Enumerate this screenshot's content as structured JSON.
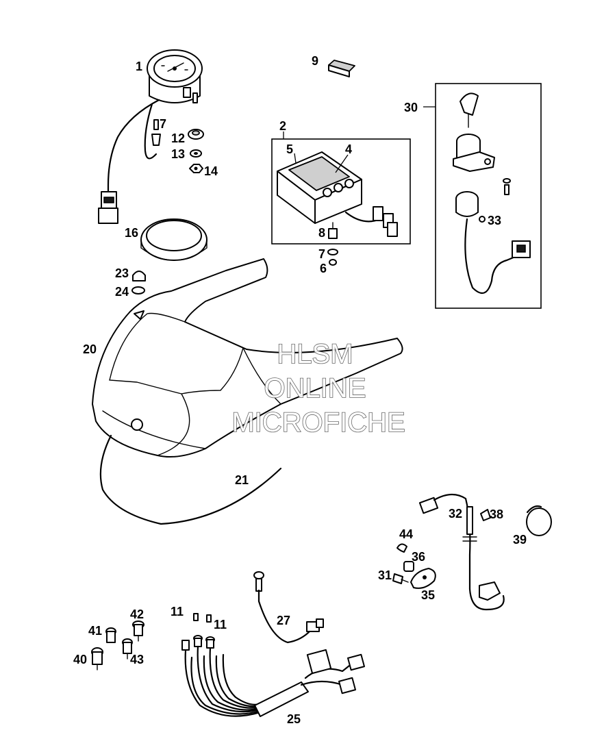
{
  "labels": {
    "l1": "1",
    "l2": "2",
    "l4": "4",
    "l5": "5",
    "l6": "6",
    "l7a": "7",
    "l7b": "7",
    "l8": "8",
    "l9": "9",
    "l11a": "11",
    "l11b": "11",
    "l12": "12",
    "l13": "13",
    "l14": "14",
    "l16": "16",
    "l20": "20",
    "l21": "21",
    "l23": "23",
    "l24": "24",
    "l25": "25",
    "l27": "27",
    "l30": "30",
    "l31": "31",
    "l32": "32",
    "l33": "33",
    "l35": "35",
    "l36": "36",
    "l38": "38",
    "l39": "39",
    "l40": "40",
    "l41": "41",
    "l42": "42",
    "l43": "43",
    "l44": "44"
  },
  "watermark": {
    "line1": "HLSM",
    "line2": "ONLINE",
    "line3": "MICROFICHE"
  }
}
